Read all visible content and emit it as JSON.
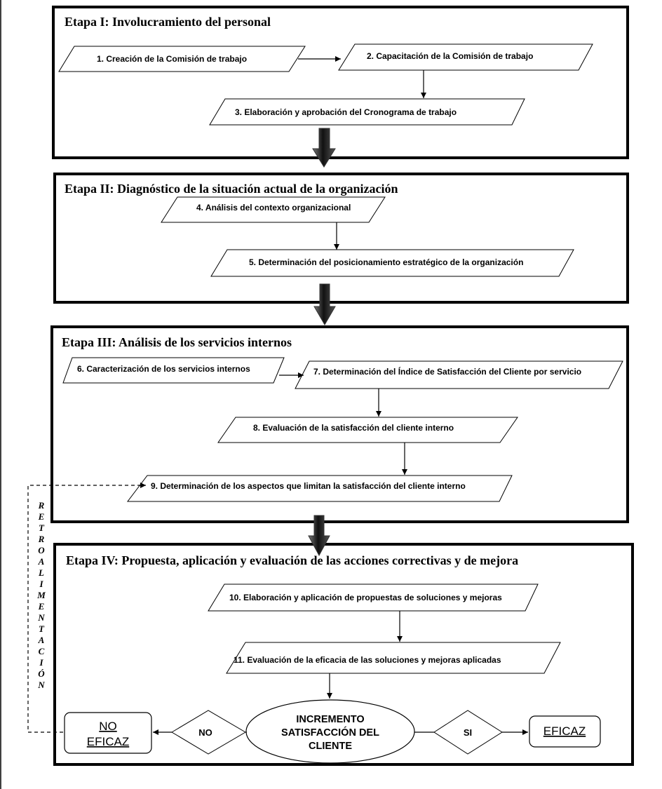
{
  "stages": [
    {
      "title": "Etapa I: Involucramiento del personal"
    },
    {
      "title": "Etapa II: Diagnóstico de la situación actual de la organización"
    },
    {
      "title": "Etapa III: Análisis de los servicios internos"
    },
    {
      "title": "Etapa IV: Propuesta, aplicación y evaluación de las acciones correctivas y de mejora"
    }
  ],
  "steps": [
    {
      "label": "1.   Creación de la Comisión de trabajo"
    },
    {
      "label": "2.   Capacitación de la Comisión de trabajo"
    },
    {
      "label": "3.   Elaboración y aprobación del Cronograma de trabajo"
    },
    {
      "label": "4. Análisis del contexto organizacional"
    },
    {
      "label": "5.  Determinación del posicionamiento estratégico de la organización"
    },
    {
      "label": "6.   Caracterización de los servicios internos"
    },
    {
      "label": "7. Determinación del Índice de Satisfacción del Cliente por servicio"
    },
    {
      "label": "8.    Evaluación de la satisfacción del cliente interno"
    },
    {
      "label": "9. Determinación de los aspectos que limitan la satisfacción del cliente interno"
    },
    {
      "label": "10. Elaboración y aplicación de propuestas de soluciones y mejoras"
    },
    {
      "label": "11. Evaluación de la eficacia de las soluciones y mejoras aplicadas"
    }
  ],
  "decision": {
    "lines": [
      "INCREMENTO",
      "SATISFACCIÓN DEL",
      "CLIENTE"
    ],
    "no_label": "NO",
    "yes_label": "SI"
  },
  "outcomes": {
    "no_lines": [
      "NO",
      "EFICAZ"
    ],
    "yes": "EFICAZ"
  },
  "feedback_letters": [
    "R",
    "E",
    "T",
    "R",
    "O",
    "A",
    "L",
    "I",
    "M",
    "E",
    "N",
    "T",
    "A",
    "C",
    "I",
    "Ó",
    "N"
  ]
}
